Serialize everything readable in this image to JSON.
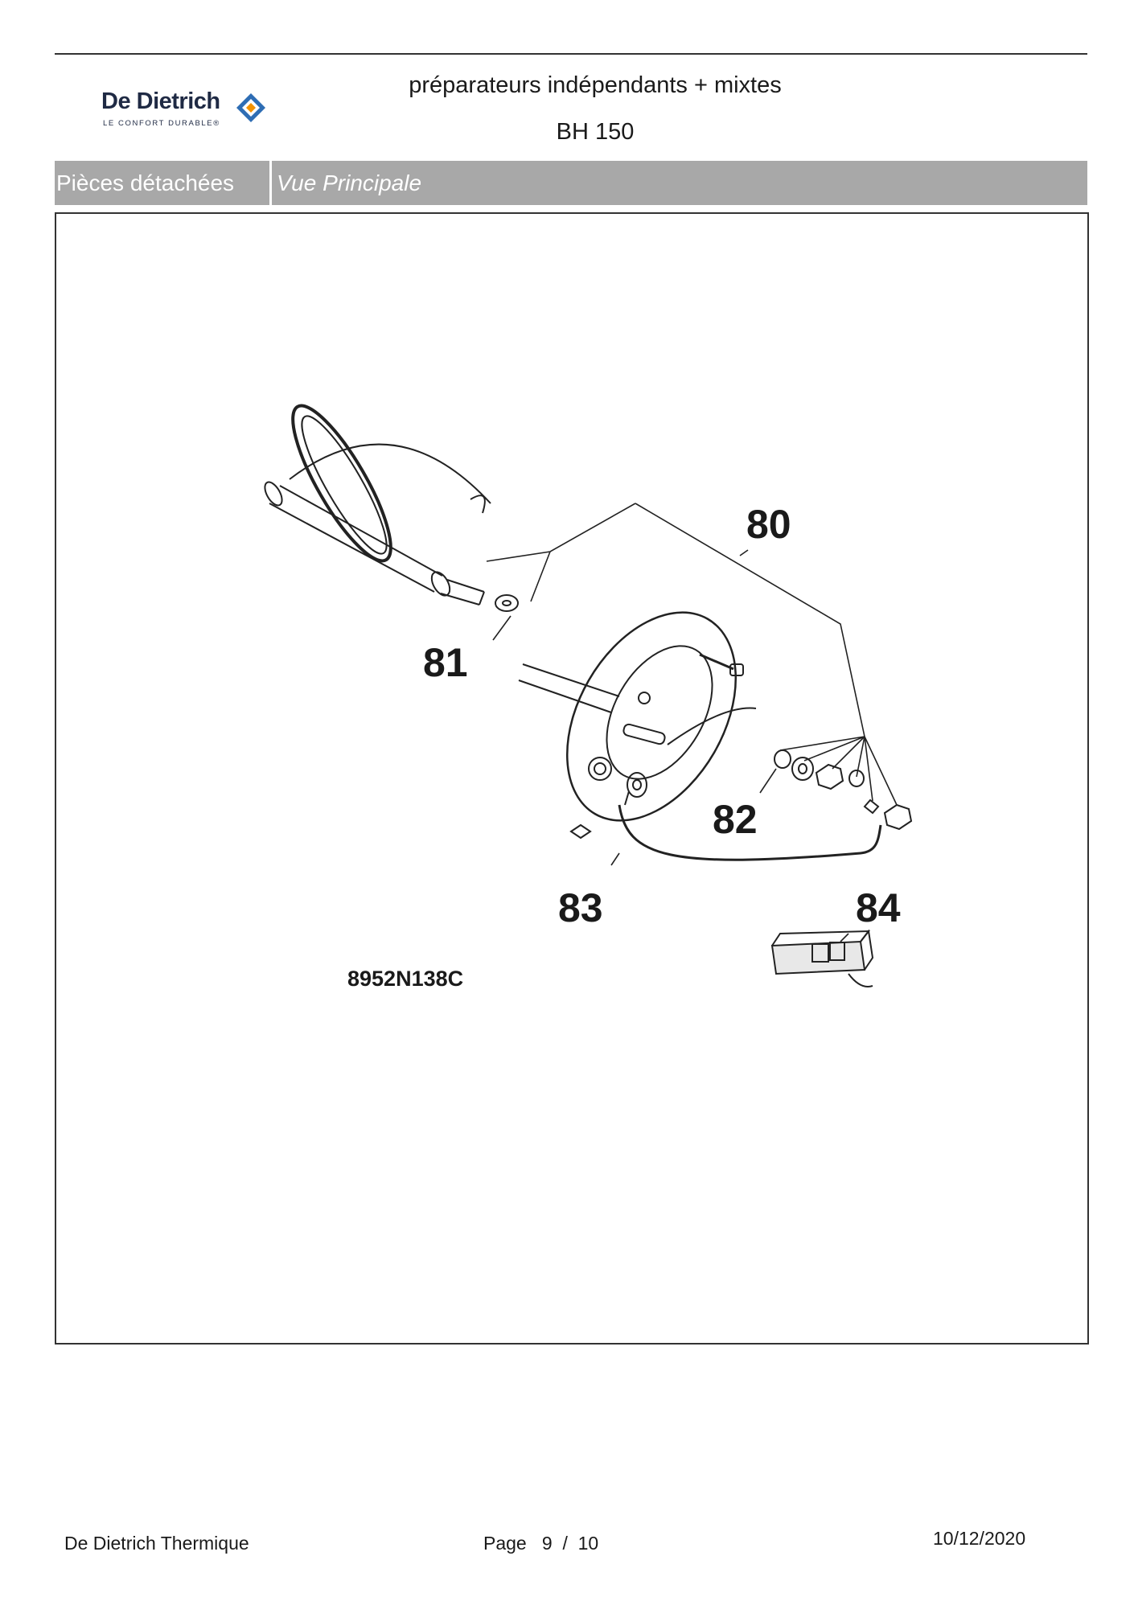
{
  "header": {
    "brand": "De Dietrich",
    "brand_tagline": "LE CONFORT DURABLE®",
    "title_line1": "préparateurs indépendants + mixtes",
    "title_line2": "BH 150"
  },
  "section": {
    "left_label": "Pièces détachées",
    "right_label": "Vue Principale"
  },
  "figure": {
    "callouts": [
      "80",
      "81",
      "82",
      "83",
      "84"
    ],
    "reference_code": "8952N138C"
  },
  "footer": {
    "company": "De Dietrich Thermique",
    "page_label": "Page",
    "page_current": "9",
    "page_separator": "/",
    "page_total": "10",
    "date": "10/12/2020"
  },
  "colors": {
    "brand_navy": "#1f2a44",
    "brand_orange": "#f39200",
    "brand_blue": "#2e6db4",
    "section_bar": "#a8a8a8"
  }
}
